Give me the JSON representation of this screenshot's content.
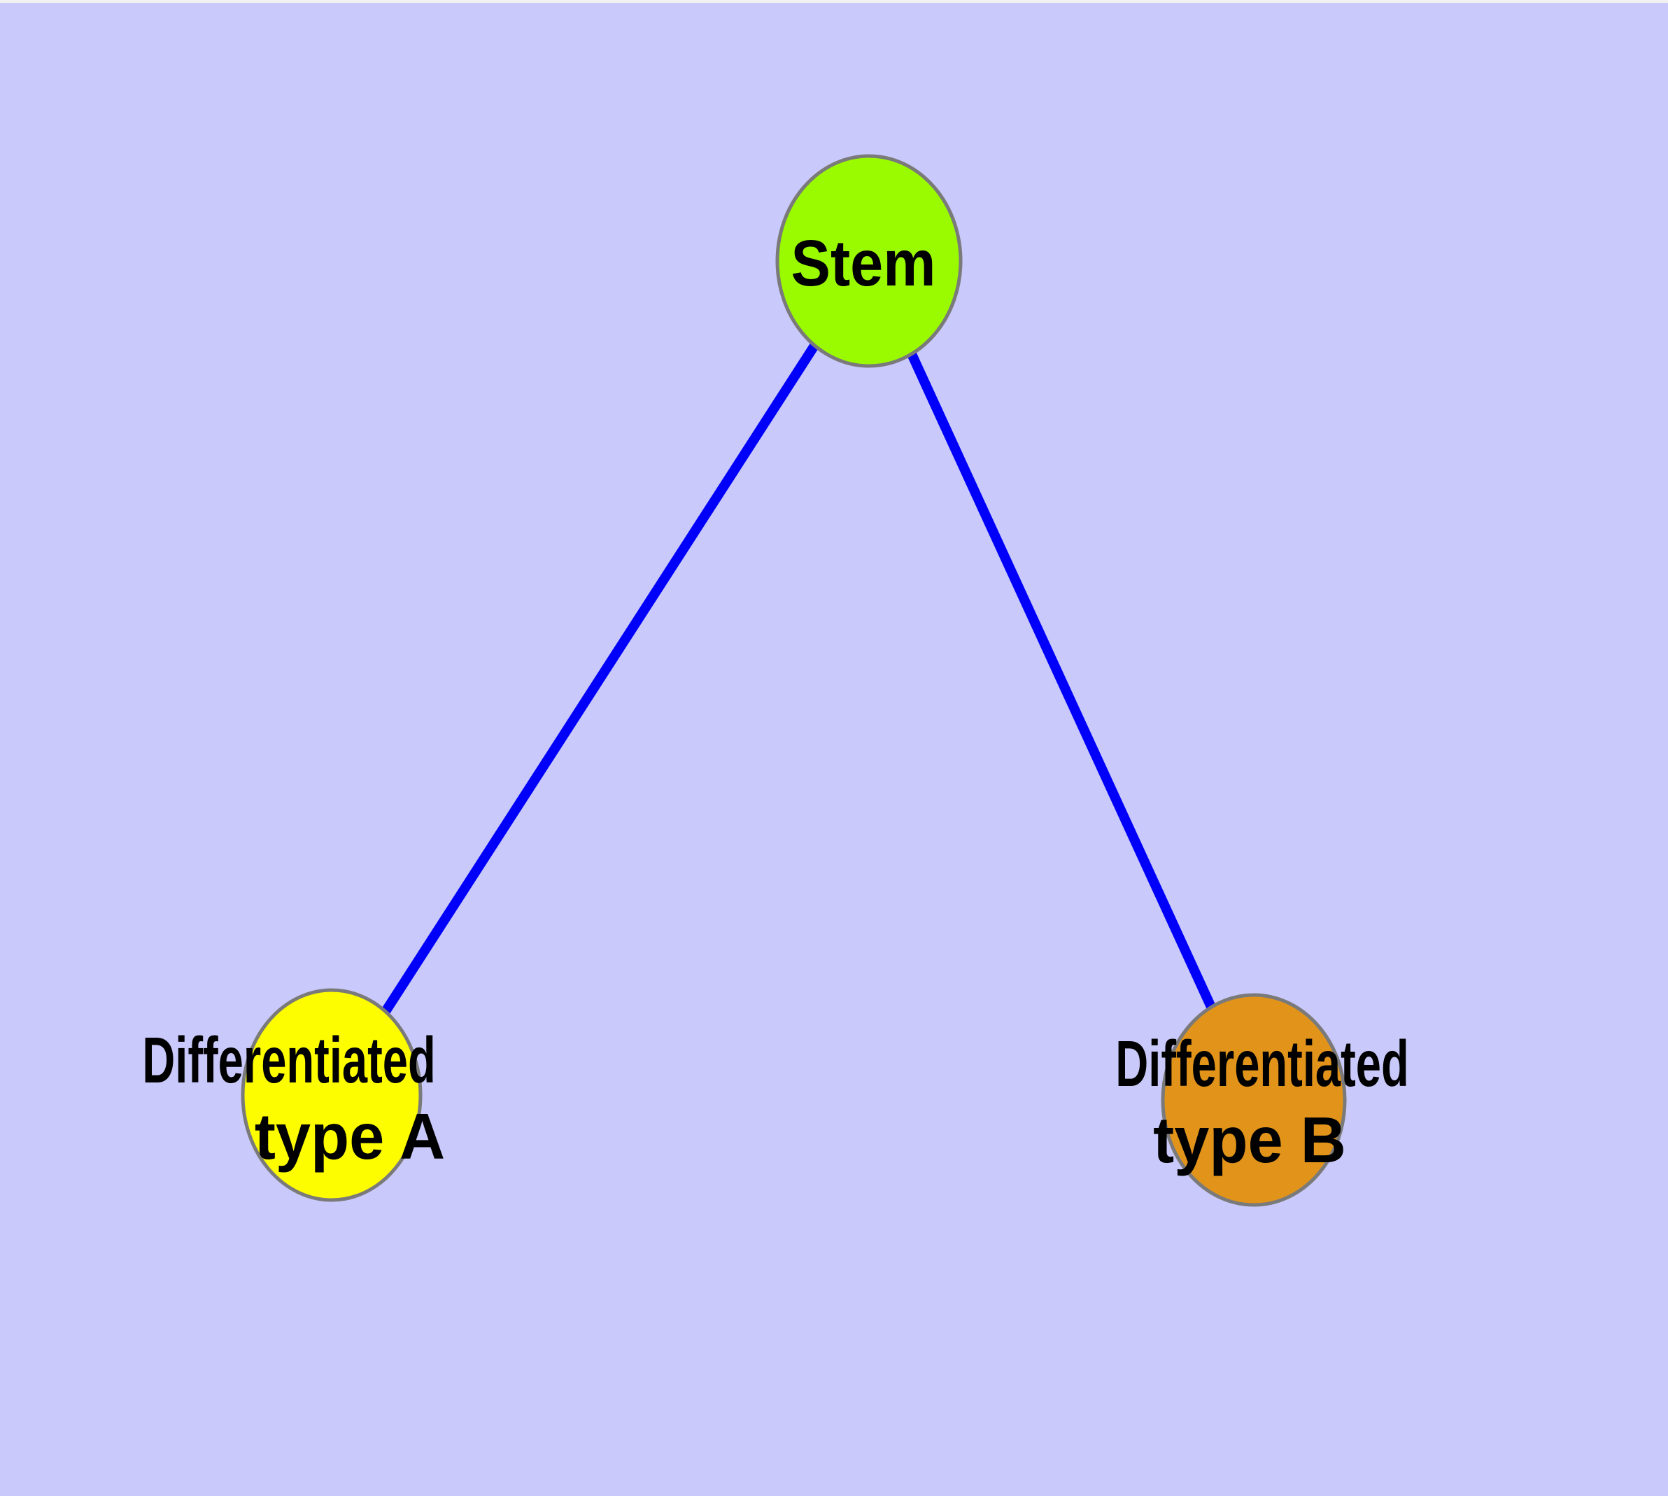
{
  "diagram": {
    "title": "",
    "background_color": "#C9C9FB",
    "top_margin_color": "#F2F2F2",
    "edge_color": "#0000FA",
    "node_border_color": "#7A7A7A",
    "text_color": "#000000",
    "nodes": [
      {
        "id": "stem",
        "label": "Stem",
        "fill": "#9AFB00"
      },
      {
        "id": "type-a",
        "label_line1": "Differentiated",
        "label_line2": "type A",
        "fill": "#FDFD00"
      },
      {
        "id": "type-b",
        "label_line1": "Differentiated",
        "label_line2": "type B",
        "fill": "#E2941A"
      }
    ],
    "edges": [
      {
        "from": "Stem",
        "to": "Differentiated type A"
      },
      {
        "from": "Stem",
        "to": "Differentiated type B"
      }
    ]
  }
}
